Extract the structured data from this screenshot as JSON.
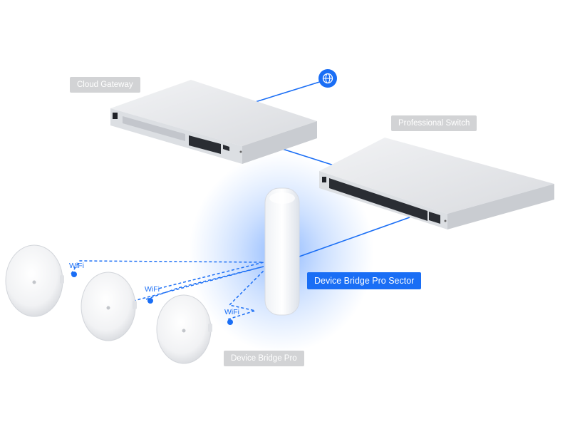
{
  "labels": {
    "cloud_gateway": "Cloud Gateway",
    "professional_switch": "Professional Switch",
    "device_bridge_pro_sector": "Device Bridge Pro Sector",
    "device_bridge_pro": "Device Bridge Pro"
  },
  "links": {
    "wifi_1": "WiFi",
    "wifi_2": "WiFi",
    "wifi_3": "WiFi"
  },
  "icons": {
    "internet": "globe-icon"
  },
  "colors": {
    "accent": "#1a6ef5",
    "label_gray": "#d2d3d5",
    "device_body": "#e3e5e8"
  }
}
